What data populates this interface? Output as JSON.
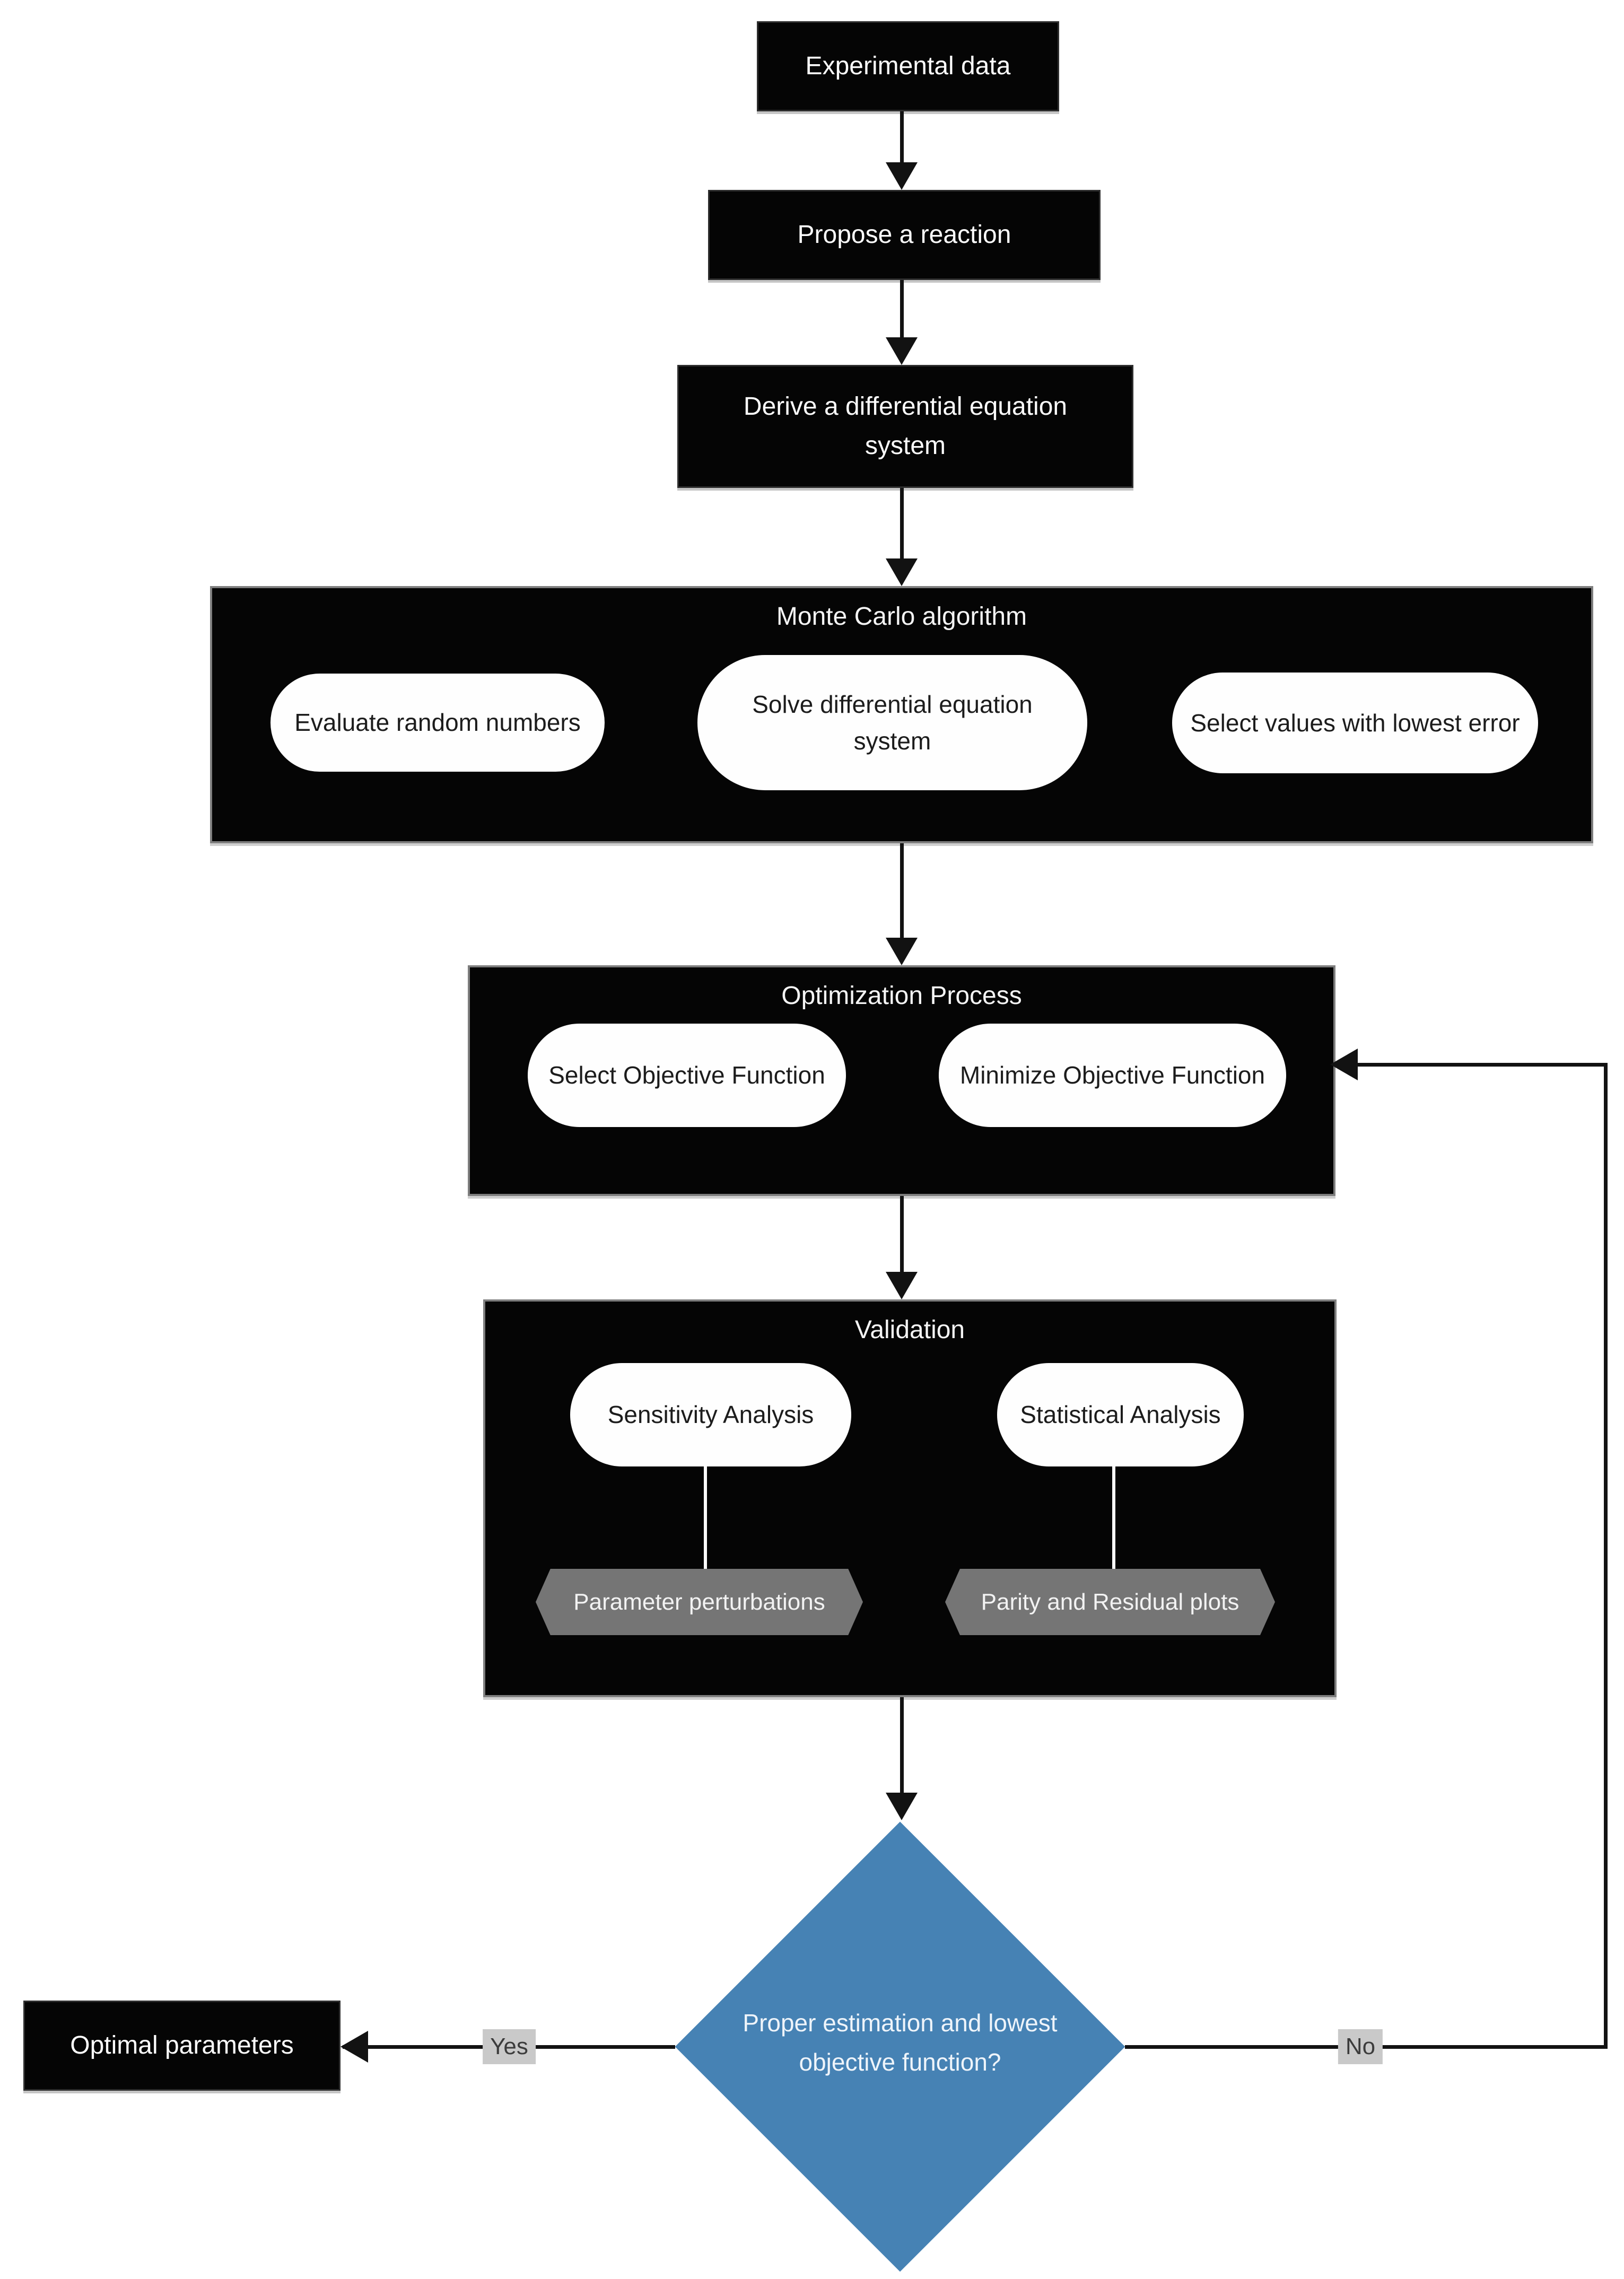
{
  "page": {
    "background": "#ffffff"
  },
  "colors": {
    "node_fill": "#050505",
    "node_text": "#fdfdfd",
    "pill_fill": "#fefefe",
    "pill_text": "#1c1c1c",
    "hexagon_fill": "#757575",
    "decision_fill": "#4682b4",
    "edge_label_bg": "#c9c9c9",
    "line_color": "#121212"
  },
  "nodes": {
    "experimental_data": {
      "label": "Experimental data"
    },
    "propose_reaction": {
      "label": "Propose a reaction"
    },
    "derive_system": {
      "label": "Derive a differential equation system"
    },
    "optimal_parameters": {
      "label": "Optimal parameters"
    }
  },
  "containers": {
    "monte_carlo": {
      "title": "Monte Carlo algorithm",
      "steps": [
        "Evaluate random numbers",
        "Solve differential equation system",
        "Select values with lowest error"
      ]
    },
    "optimization": {
      "title": "Optimization Process",
      "steps": [
        "Select Objective Function",
        "Minimize Objective Function"
      ]
    },
    "validation": {
      "title": "Validation",
      "steps": [
        "Sensitivity Analysis",
        "Statistical Analysis"
      ],
      "methods": [
        "Parameter perturbations",
        "Parity and Residual plots"
      ]
    }
  },
  "decision": {
    "label": "Proper estimation and lowest objective function?",
    "yes_label": "Yes",
    "no_label": "No"
  }
}
